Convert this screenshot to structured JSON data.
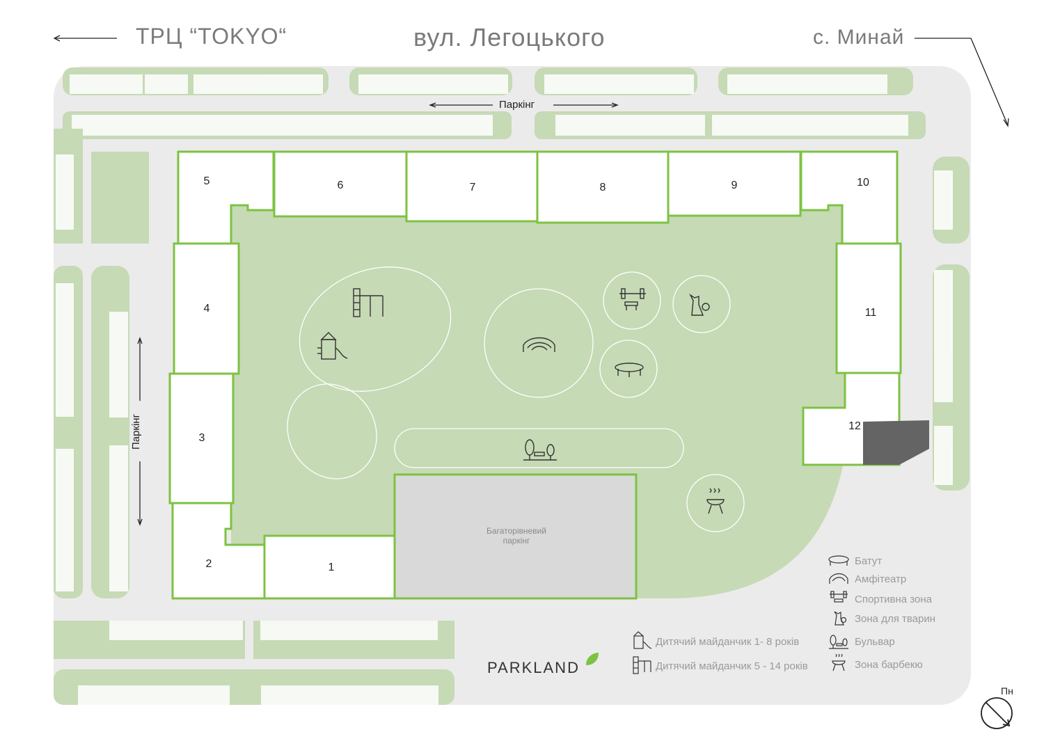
{
  "header": {
    "left_dest": "ТРЦ “TOKYO“",
    "street": "вул. Легоцького",
    "right_dest": "с. Минай"
  },
  "parking": {
    "top_label": "Паркінг",
    "left_label": "Паркінг",
    "multilevel_line1": "Багаторівневий",
    "multilevel_line2": "паркінг"
  },
  "buildings": [
    "1",
    "2",
    "3",
    "4",
    "5",
    "6",
    "7",
    "8",
    "9",
    "10",
    "11",
    "12"
  ],
  "legend": {
    "trampoline": "Батут",
    "amphitheater": "Амфітеатр",
    "sport": "Спортивна зона",
    "pets": "Зона для тварин",
    "boulevard": "Бульвар",
    "bbq": "Зона барбекю",
    "playground_small": "Дитячий майданчик 1- 8 років",
    "playground_big": "Дитячий майданчик 5 - 14 років"
  },
  "brand": "PARKLAND",
  "north": "Пн",
  "colors": {
    "green_area": "#c6dab5",
    "building_outline": "#7dc242",
    "road": "#ebebeb",
    "parking_gray": "#d9d9d9",
    "dark_block": "#646464"
  }
}
